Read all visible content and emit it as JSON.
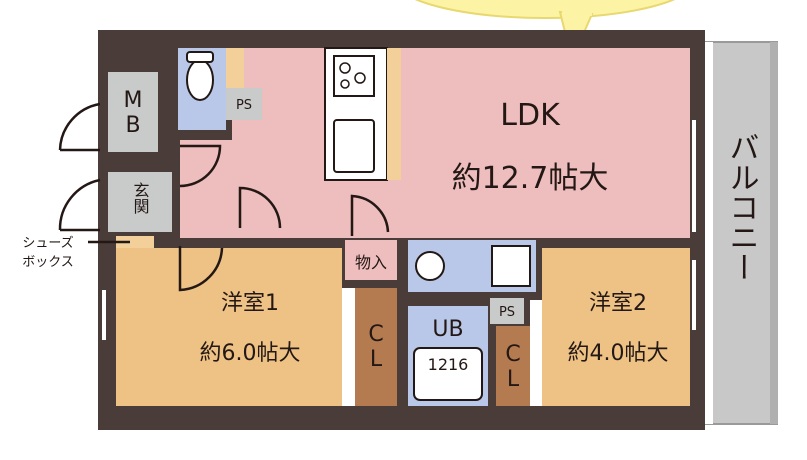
{
  "rooms": {
    "ldk": {
      "name": "LDK",
      "size": "約12.7帖大"
    },
    "western1": {
      "name": "洋室1",
      "size": "約6.0帖大"
    },
    "western2": {
      "name": "洋室2",
      "size": "約4.0帖大"
    }
  },
  "labels": {
    "meter_box": "MB",
    "entrance": "玄関",
    "ps_top": "PS",
    "ps_mid": "PS",
    "storage": "物入",
    "bath": "UB",
    "bath_size": "1216",
    "closet1": "CL",
    "closet2": "CL",
    "balcony": "バルコニー",
    "shoe_box_line1": "シューズ",
    "shoe_box_line2": "ボックス"
  },
  "colors": {
    "wall": "#4a3c39",
    "ldk": "#eebdbd",
    "room": "#eec284",
    "wet": "#b9c8e8",
    "closet": "#b47a50",
    "gray": "#c9caca",
    "balcony": "#c8c8c8",
    "speech": "#fdf3a5"
  }
}
